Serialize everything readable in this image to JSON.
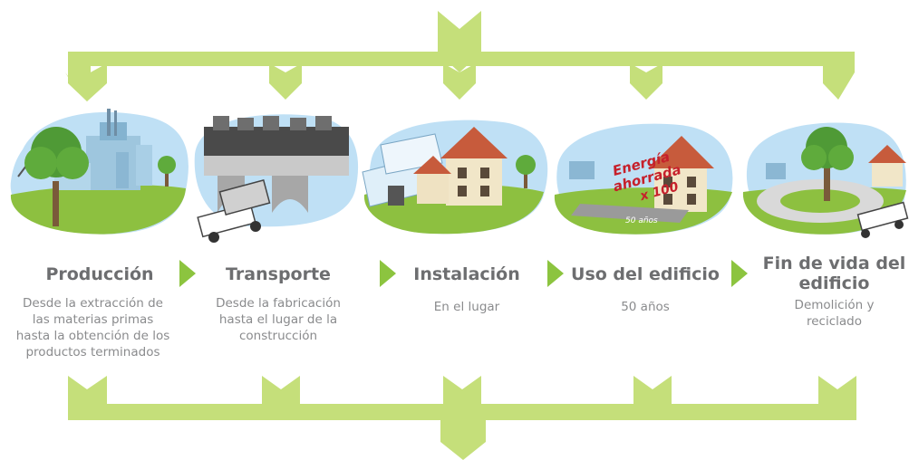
{
  "colors": {
    "arrow_green": "#c5df7a",
    "chevron_green": "#8cc43f",
    "title_gray": "#6d6e70",
    "text_gray": "#8a8b8d",
    "sky_blue": "#bfe0f5",
    "grass_green": "#8dc040",
    "badge_red": "#c6202b"
  },
  "stages": [
    {
      "title": "Producción",
      "description": [
        "Desde la extracción de",
        "las materias primas",
        "hasta la obtención de los",
        "productos terminados"
      ],
      "icon": "factory-illustration"
    },
    {
      "title": "Transporte",
      "description": [
        "Desde la fabricación",
        "hasta el lugar de la",
        "construcción"
      ],
      "icon": "bridge-truck-illustration"
    },
    {
      "title": "Instalación",
      "description": [
        "En el lugar"
      ],
      "icon": "house-installation-illustration"
    },
    {
      "title": "Uso del edificio",
      "description": [
        "50 años"
      ],
      "icon": "house-energy-illustration"
    },
    {
      "title": [
        "Fin de vida del",
        "edificio"
      ],
      "description": [
        "Demolición y",
        "reciclado"
      ],
      "icon": "recycling-roundabout-illustration"
    }
  ],
  "energy_badge": {
    "line1": "Energía",
    "line2": "ahorrada",
    "line3": "x 100"
  },
  "road_label": "50 años",
  "chevron_icon": "chevron-right-icon"
}
